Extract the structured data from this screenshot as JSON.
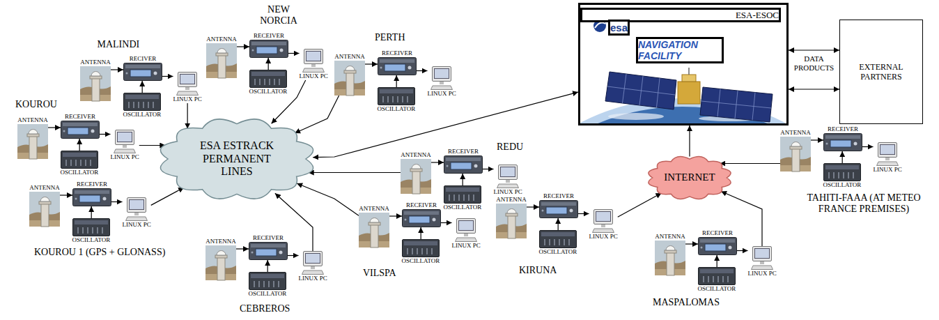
{
  "diagram": {
    "nodes": [
      {
        "text": [
          "ANTENNA"
        ]
      },
      {
        "text": [
          "RECIVER"
        ]
      },
      {
        "text": [
          "OSCILLATOR"
        ]
      },
      {
        "text": [
          "LINUX PC"
        ]
      },
      {
        "text": [
          "ANTENNA"
        ]
      },
      {
        "text": [
          "RECEIVER"
        ]
      },
      {
        "text": [
          "OSCILLATOR"
        ]
      },
      {
        "text": [
          "LINUX PC"
        ]
      },
      {
        "text": [
          "ANTENNA"
        ]
      },
      {
        "text": [
          "RECEIVER"
        ]
      },
      {
        "text": [
          "OSCILLATOR"
        ]
      },
      {
        "text": [
          "LINUX PC"
        ]
      },
      {
        "text": [
          "ANTENNA"
        ]
      },
      {
        "text": [
          "RECEIVER"
        ]
      },
      {
        "text": [
          "OSCILLATOR"
        ]
      },
      {
        "text": [
          "LINUX PC"
        ]
      },
      {
        "text": [
          "ANTENNA"
        ]
      },
      {
        "text": [
          "RECEIVER"
        ]
      },
      {
        "text": [
          "OSCILLATOR"
        ]
      },
      {
        "text": [
          "LINUX PC"
        ]
      },
      {
        "text": [
          "ANTENNA"
        ]
      },
      {
        "text": [
          "RECEIVER"
        ]
      },
      {
        "text": [
          "OSCILLATOR"
        ]
      },
      {
        "text": [
          "LINUX PC"
        ]
      },
      {
        "text": [
          "ANTENNA"
        ]
      },
      {
        "text": [
          "RECEIVER"
        ]
      },
      {
        "text": [
          "OSCILLATOR"
        ]
      },
      {
        "text": [
          "LINUX PC"
        ]
      },
      {
        "text": [
          "ANTENNA"
        ]
      },
      {
        "text": [
          "RECEIVER"
        ]
      },
      {
        "text": [
          "OSCILLATOR"
        ]
      },
      {
        "text": [
          "LINUX PC"
        ]
      },
      {
        "text": [
          "ANTENNA"
        ]
      },
      {
        "text": [
          "RECEIVER"
        ]
      },
      {
        "text": [
          "OSCILLATOR"
        ]
      },
      {
        "text": [
          "LINUX PC"
        ]
      },
      {
        "text": [
          "ANTENNA"
        ]
      },
      {
        "text": [
          "RECEIVER"
        ]
      },
      {
        "text": [
          "OSCILLATOR"
        ]
      },
      {
        "text": [
          "LINUX PC"
        ]
      },
      {
        "text": [
          "ANTENNA"
        ]
      },
      {
        "text": [
          "RECEIVER"
        ]
      },
      {
        "text": [
          "OSCILLATOR"
        ]
      },
      {
        "text": [
          "LINUX PC"
        ]
      },
      {
        "text": [
          "ESA ESTRACK PERMANENT LINES"
        ]
      },
      {
        "text": [
          "ESA-ESOC",
          "esa",
          "NAVIGATION FACILITY"
        ]
      },
      {
        "text": [
          "EXTERNAL PARTNERS"
        ]
      },
      {
        "text": [
          "INTERNET"
        ]
      }
    ],
    "edges": [
      {
        "from": 0,
        "to": 1,
        "arrow": "to"
      },
      {
        "from": 2,
        "to": 1,
        "arrow": "to"
      },
      {
        "from": 1,
        "to": 3,
        "arrow": "to"
      },
      {
        "from": 4,
        "to": 5,
        "arrow": "to"
      },
      {
        "from": 6,
        "to": 5,
        "arrow": "to"
      },
      {
        "from": 5,
        "to": 7,
        "arrow": "to"
      },
      {
        "from": 8,
        "to": 9,
        "arrow": "to"
      },
      {
        "from": 10,
        "to": 9,
        "arrow": "to"
      },
      {
        "from": 9,
        "to": 11,
        "arrow": "to"
      },
      {
        "from": 12,
        "to": 13,
        "arrow": "to"
      },
      {
        "from": 14,
        "to": 13,
        "arrow": "to"
      },
      {
        "from": 13,
        "to": 15,
        "arrow": "to"
      },
      {
        "from": 16,
        "to": 17,
        "arrow": "to"
      },
      {
        "from": 18,
        "to": 17,
        "arrow": "to"
      },
      {
        "from": 17,
        "to": 19,
        "arrow": "to"
      },
      {
        "from": 20,
        "to": 21,
        "arrow": "to"
      },
      {
        "from": 22,
        "to": 21,
        "arrow": "to"
      },
      {
        "from": 21,
        "to": 23,
        "arrow": "to"
      },
      {
        "from": 24,
        "to": 25,
        "arrow": "to"
      },
      {
        "from": 26,
        "to": 25,
        "arrow": "to"
      },
      {
        "from": 25,
        "to": 27,
        "arrow": "to"
      },
      {
        "from": 28,
        "to": 29,
        "arrow": "to"
      },
      {
        "from": 30,
        "to": 29,
        "arrow": "to"
      },
      {
        "from": 29,
        "to": 31,
        "arrow": "to"
      },
      {
        "from": 32,
        "to": 33,
        "arrow": "to"
      },
      {
        "from": 34,
        "to": 33,
        "arrow": "to"
      },
      {
        "from": 33,
        "to": 35,
        "arrow": "to"
      },
      {
        "from": 36,
        "to": 37,
        "arrow": "to"
      },
      {
        "from": 38,
        "to": 37,
        "arrow": "to"
      },
      {
        "from": 37,
        "to": 39,
        "arrow": "to"
      },
      {
        "from": 40,
        "to": 41,
        "arrow": "to"
      },
      {
        "from": 42,
        "to": 41,
        "arrow": "to"
      },
      {
        "from": 41,
        "to": 43,
        "arrow": "to"
      },
      {
        "from": 3,
        "to": 44,
        "arrow": "to"
      },
      {
        "from": 7,
        "to": 44,
        "arrow": "to"
      },
      {
        "from": 8,
        "to": 44,
        "arrow": "to"
      },
      {
        "from": 15,
        "to": 44,
        "arrow": "to"
      },
      {
        "from": 16,
        "to": 44,
        "arrow": "to"
      },
      {
        "from": 23,
        "to": 44,
        "arrow": "to"
      },
      {
        "from": 24,
        "to": 44,
        "arrow": "to"
      },
      {
        "from": 31,
        "to": 44,
        "arrow": "to"
      },
      {
        "from": 35,
        "to": 47,
        "arrow": "to"
      },
      {
        "from": 39,
        "to": 47,
        "arrow": "to"
      },
      {
        "from": 40,
        "to": 47,
        "arrow": "to"
      },
      {
        "from": 44,
        "to": 45,
        "arrow": "both"
      },
      {
        "from": 47,
        "to": 45,
        "arrow": "to"
      },
      {
        "from": 45,
        "to": 46,
        "label": "DATA PRODUCTS",
        "arrow": "both"
      },
      {
        "from": 45,
        "to": 46,
        "arrow": "both"
      }
    ],
    "labels": [
      "MALINDI",
      "NEW NORCIA",
      "PERTH",
      "KOUROU",
      "REDU",
      "KOUROU 1 (GPS + GLONASS)",
      "VILSPA",
      "CEBREROS",
      "KIRUNA",
      "MASPALOMAS",
      "TAHITI-FAAA (AT METEO FRANCE PREMISES)"
    ]
  }
}
